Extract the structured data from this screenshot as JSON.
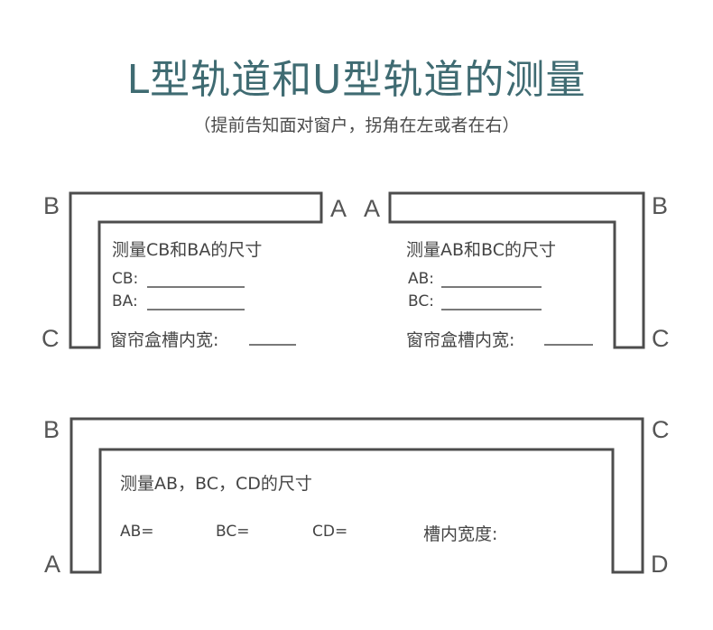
{
  "title": "L型轨道和U型轨道的测量",
  "subtitle": "（提前告知面对窗户，拐角在左或者在右）",
  "colors": {
    "title": "#3f6b72",
    "stroke": "#4d4d4d"
  },
  "left_l": {
    "corner_labels": {
      "b": "B",
      "a": "A",
      "c": "C"
    },
    "heading": "测量CB和BA的尺寸",
    "field_cb": "CB:",
    "field_ba": "BA:",
    "groove": "窗帘盒槽内宽:"
  },
  "right_l": {
    "corner_labels": {
      "a": "A",
      "b": "B",
      "c": "C"
    },
    "heading": "测量AB和BC的尺寸",
    "field_ab": "AB:",
    "field_bc": "BC:",
    "groove": "窗帘盒槽内宽:"
  },
  "u_track": {
    "corner_labels": {
      "b": "B",
      "c": "C",
      "a": "A",
      "d": "D"
    },
    "heading": "测量AB，BC，CD的尺寸",
    "field_ab": "AB=",
    "field_bc": "BC=",
    "field_cd": "CD=",
    "groove": "槽内宽度:"
  }
}
